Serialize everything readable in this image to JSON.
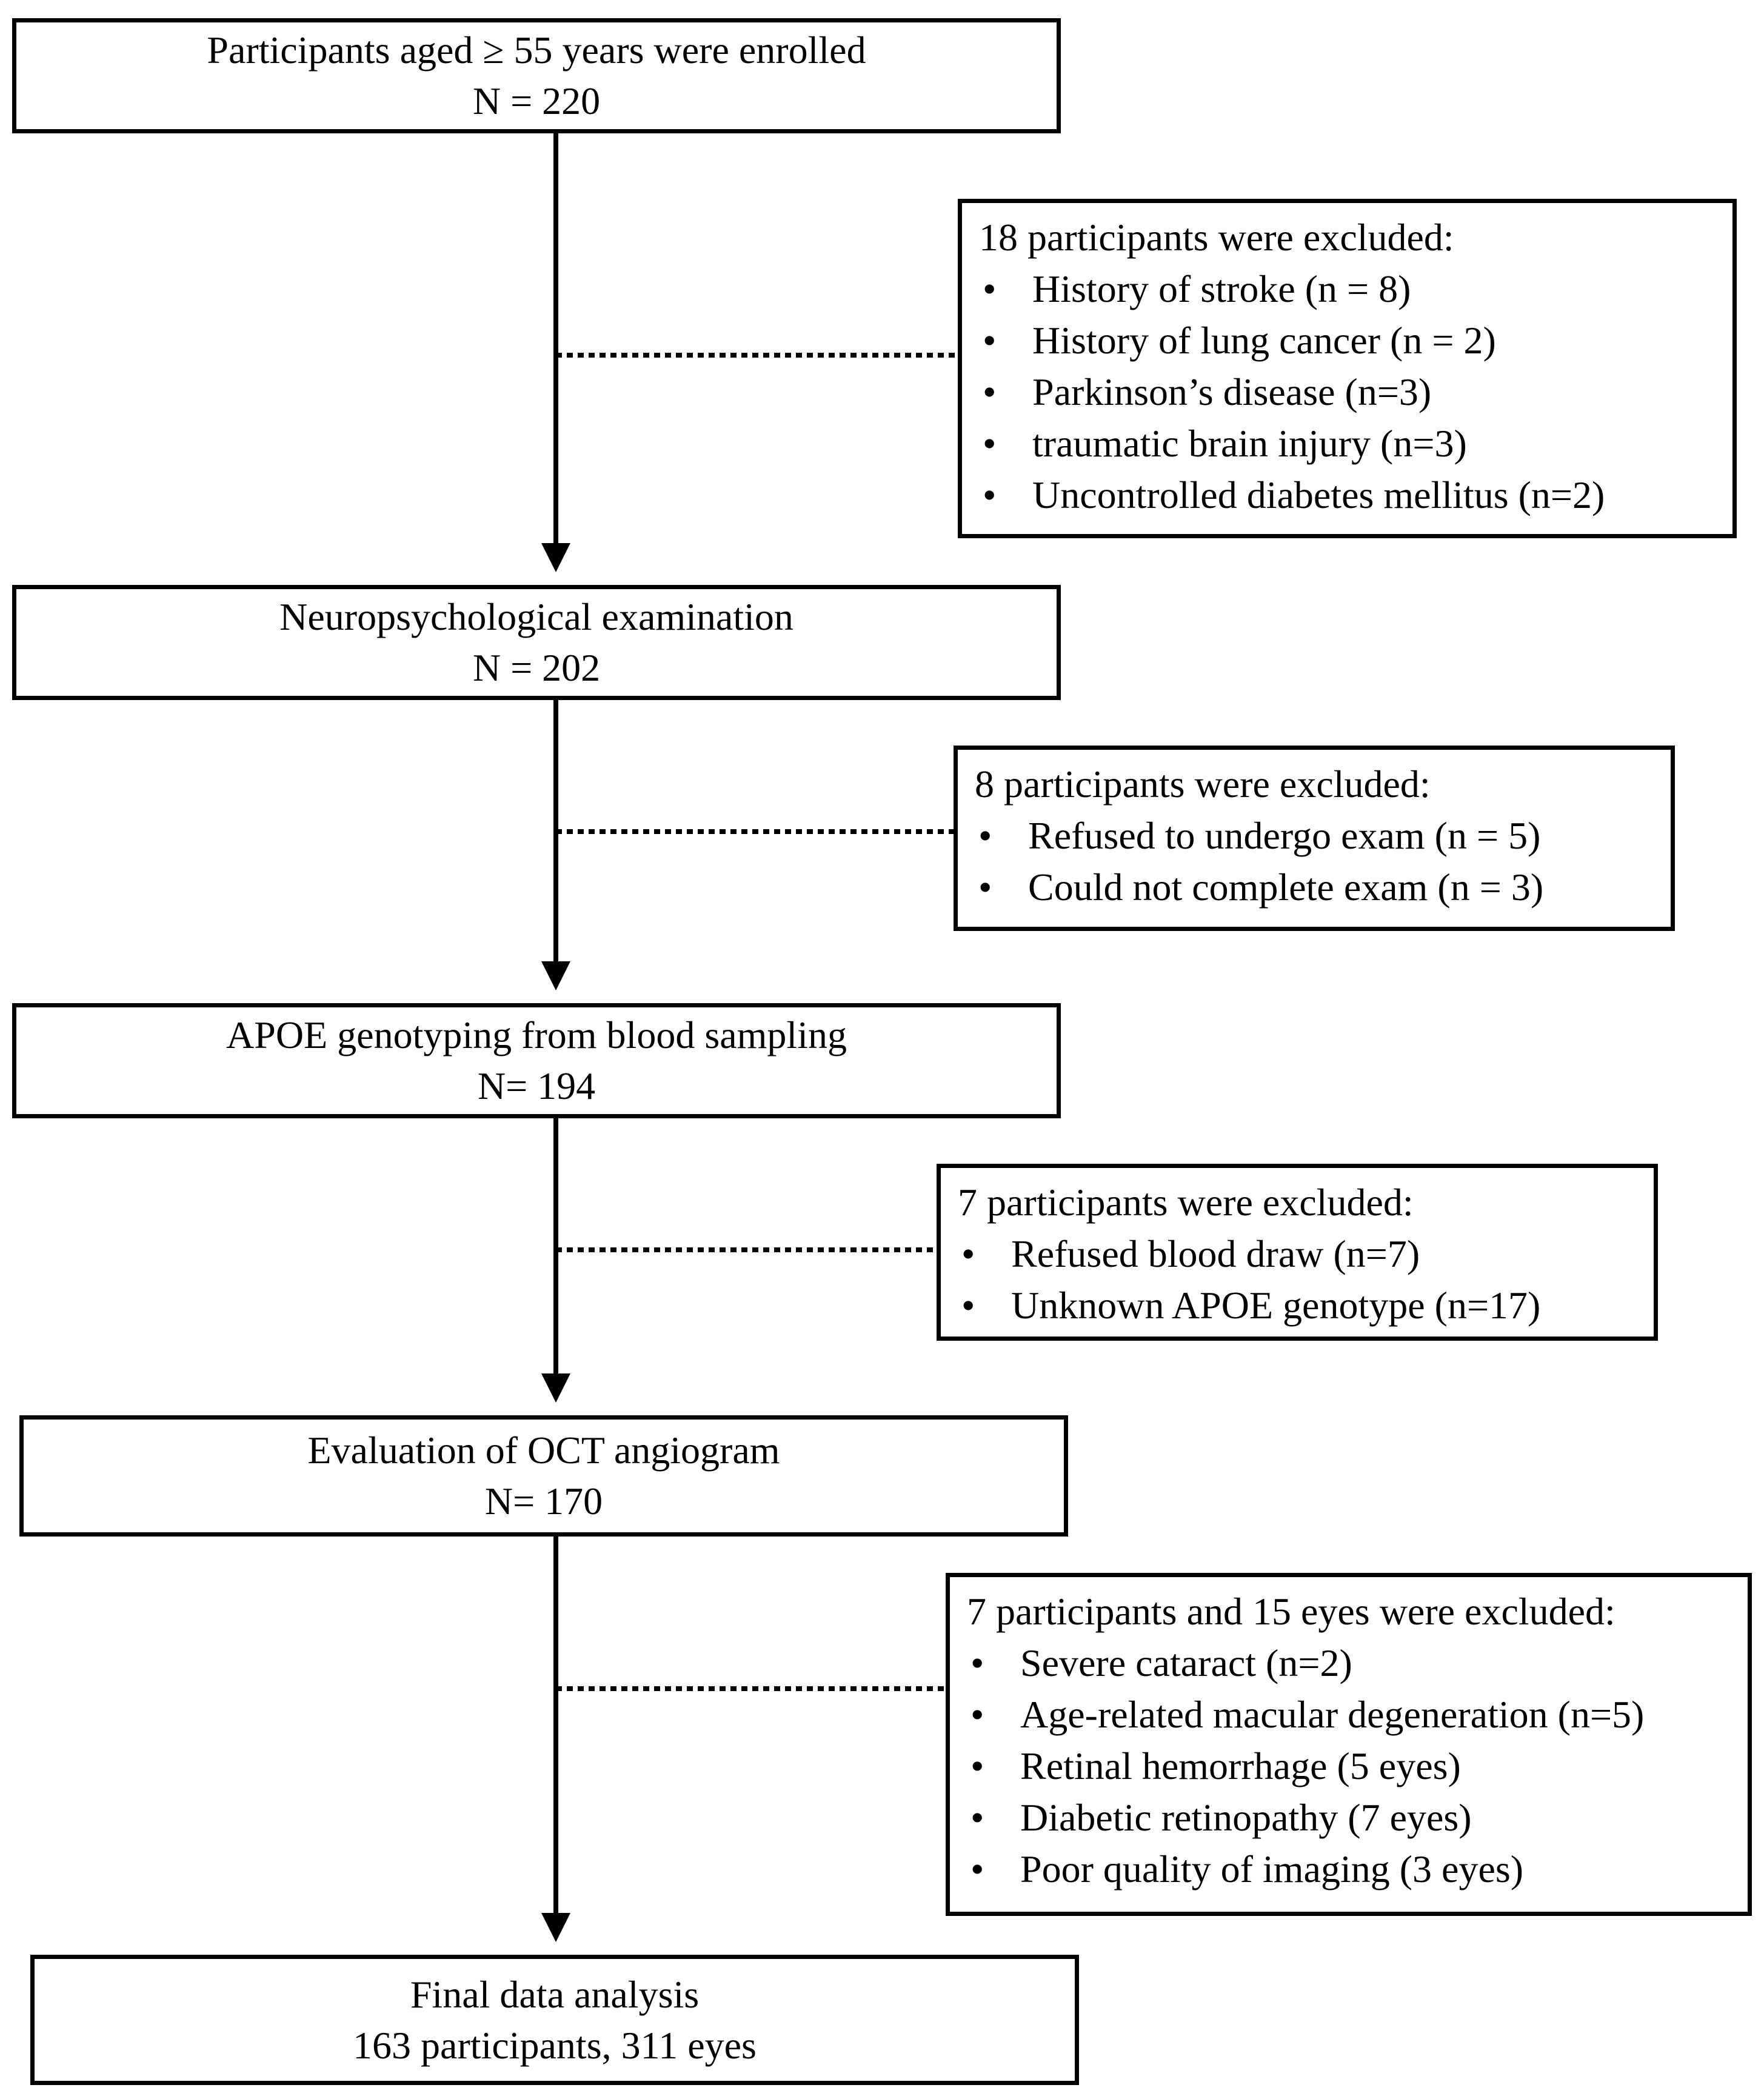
{
  "steps": [
    {
      "title": "Participants aged ≥ 55 years were enrolled",
      "count": "N = 220"
    },
    {
      "title": "Neuropsychological examination",
      "count": "N = 202"
    },
    {
      "title": "APOE genotyping from blood sampling",
      "count": "N= 194"
    },
    {
      "title": "Evaluation of OCT angiogram",
      "count": "N= 170"
    },
    {
      "title": "Final data analysis",
      "count": "163 participants, 311 eyes"
    }
  ],
  "exclusions": [
    {
      "title": "18 participants were excluded:",
      "items": [
        "History of stroke (n = 8)",
        "History of lung cancer (n = 2)",
        "Parkinson’s disease (n=3)",
        "traumatic brain injury  (n=3)",
        "Uncontrolled diabetes mellitus (n=2)"
      ]
    },
    {
      "title": "8 participants were excluded:",
      "items": [
        "Refused to undergo exam (n = 5)",
        "Could not complete exam (n = 3)"
      ]
    },
    {
      "title": "7 participants were excluded:",
      "items": [
        "Refused blood draw (n=7)",
        "Unknown APOE genotype (n=17)"
      ]
    },
    {
      "title": "7 participants and 15 eyes were excluded:",
      "items": [
        "Severe cataract (n=2)",
        "Age-related macular degeneration (n=5)",
        "Retinal hemorrhage (5 eyes)",
        "Diabetic retinopathy (7 eyes)",
        "Poor quality of imaging (3 eyes)"
      ]
    }
  ]
}
